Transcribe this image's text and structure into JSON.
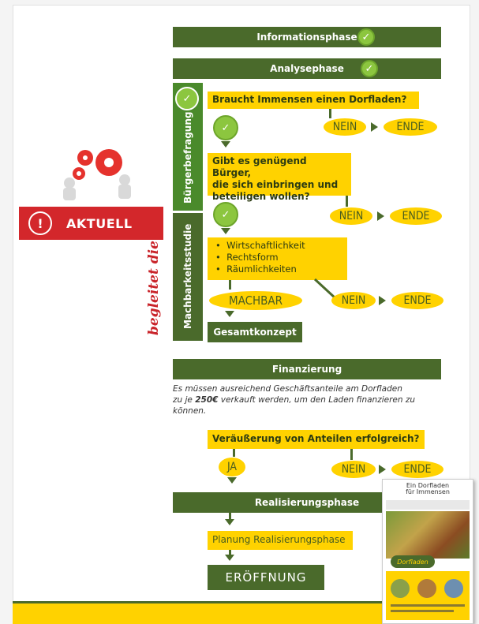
{
  "phases": {
    "information": "Informationsphase",
    "analysis": "Analysephase",
    "financing": "Finanzierung",
    "realization": "Realisierungsphase"
  },
  "side_labels": {
    "survey": "Bürgerbefragung",
    "feasibility": "Machbarkeitsstudie",
    "accompany": "begleitet die"
  },
  "status": {
    "current": "AKTUELL",
    "warning_symbol": "!"
  },
  "questions": {
    "q1": "Braucht Immensen einen Dorfladen?",
    "q2_line1": "Gibt es genügend Bürger,",
    "q2_line2": "die sich einbringen und",
    "q2_line3": "beteiligen wollen?",
    "q3": "Veräußerung von Anteilen erfolgreich?"
  },
  "feasibility_items": [
    "Wirtschaftlichkeit",
    "Rechtsform",
    "Räumlichkeiten"
  ],
  "answers": {
    "no": "NEIN",
    "end": "ENDE",
    "feasible": "MACHBAR",
    "yes": "JA",
    "arrow": "➜"
  },
  "concept": "Gesamtkonzept",
  "financing_text": {
    "line1": "Es müssen ausreichend Geschäftsanteile am Dorfladen",
    "line2_pre": "zu je ",
    "line2_amount": "250€",
    "line2_post": " verkauft werden, um den Laden finanzieren zu",
    "line3": "können."
  },
  "planning": "Planung Realisierungsphase",
  "opening": "ERÖFFNUNG",
  "brochure": {
    "title_line1": "Ein Dorfladen",
    "title_line2": "für Immensen",
    "logo": "Dorfladen"
  },
  "colors": {
    "dark_green": "#4a6a2b",
    "yellow": "#ffd200",
    "light_green": "#8cc63f",
    "red": "#d3272b"
  }
}
